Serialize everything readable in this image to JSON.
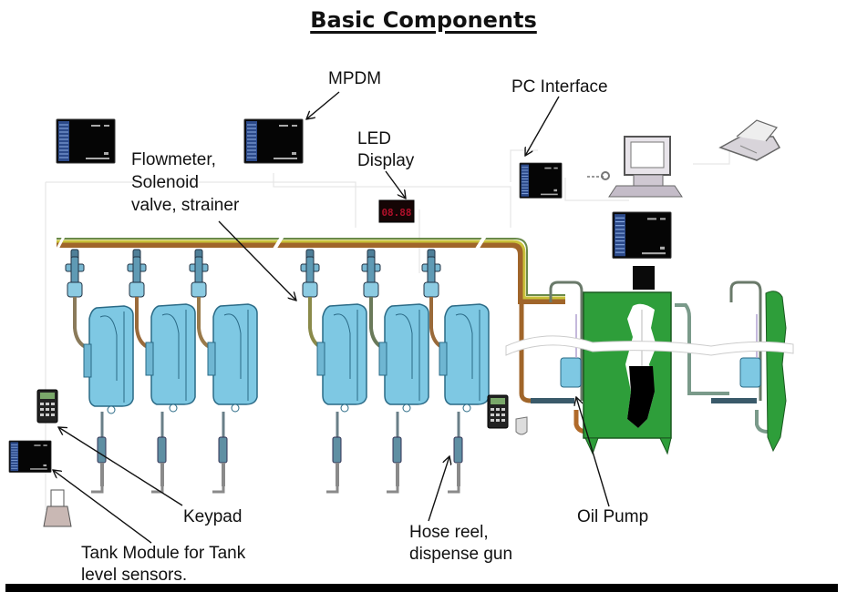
{
  "title": "Basic Components",
  "labels": {
    "mpdm": "MPDM",
    "pc_interface": "PC Interface",
    "led_display_1": "LED",
    "led_display_2": "Display",
    "flowmeter_1": "Flowmeter,",
    "flowmeter_2": "Solenoid",
    "flowmeter_3": "valve, strainer",
    "keypad": "Keypad",
    "tank_module_1": "Tank Module for Tank",
    "tank_module_2": "level sensors.",
    "hose_reel_1": "Hose reel,",
    "hose_reel_2": "dispense gun",
    "oil_pump": "Oil Pump"
  },
  "led_value": "08.88",
  "colors": {
    "reel_blue": "#7ec8e3",
    "tank_green": "#2e9e3a",
    "pipe_brown": "#a0652a",
    "pipe_yellow": "#c9c23a",
    "pipe_green": "#5b8a5b",
    "module_blue": "#2c4a8a"
  }
}
